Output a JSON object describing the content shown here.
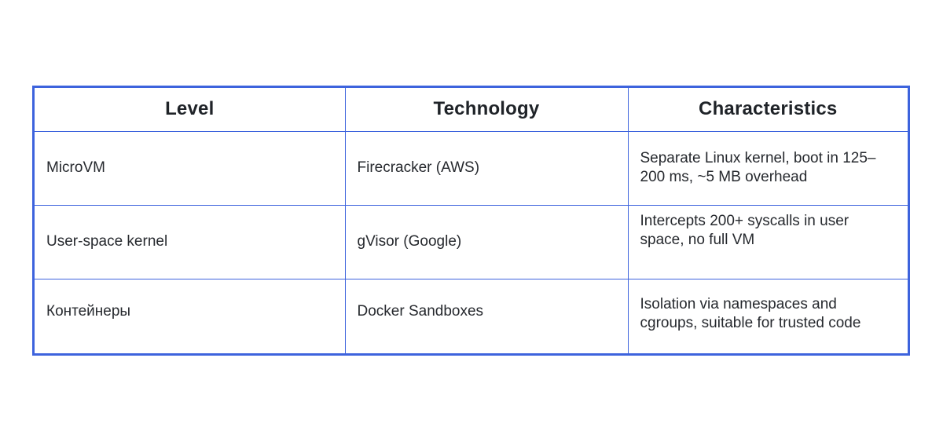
{
  "table": {
    "headers": [
      "Level",
      "Technology",
      "Characteristics"
    ],
    "rows": [
      {
        "level": "MicroVM",
        "technology": "Firecracker (AWS)",
        "characteristics": "Separate Linux kernel, boot in 125–200 ms, ~5 MB overhead"
      },
      {
        "level": "User-space kernel",
        "technology": "gVisor (Google)",
        "characteristics": "Intercepts 200+ syscalls in user space, no full VM"
      },
      {
        "level": "Контейнеры",
        "technology": "Docker Sandboxes",
        "characteristics": "Isolation via namespaces and cgroups, suitable for trusted code"
      }
    ]
  },
  "colors": {
    "border": "#3d63dd",
    "text": "#1f2328"
  }
}
